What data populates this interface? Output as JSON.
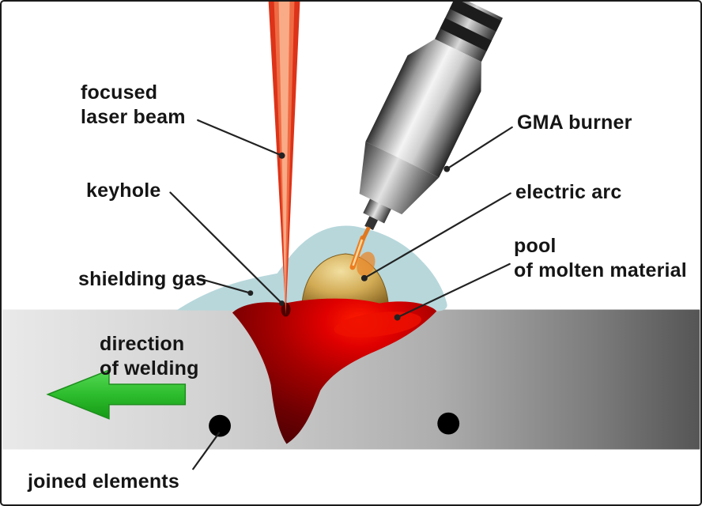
{
  "labels": {
    "focused_laser_beam": "focused\nlaser beam",
    "keyhole": "keyhole",
    "shielding_gas": "shielding gas",
    "gma_burner": "GMA burner",
    "electric_arc": "electric arc",
    "pool_of_molten_material": "pool\nof molten material",
    "direction_of_welding": "direction\nof welding",
    "joined_elements": "joined elements"
  },
  "colors": {
    "laser_outer": "#dd3318",
    "laser_mid": "#ef6b43",
    "laser_core": "#f8ab86",
    "shielding_gas": "#b7d7db",
    "dome_gold": "#d2ab55",
    "arc_orange": "#ee7d20",
    "pool_dark": "#6b0002",
    "pool_bright": "#ed1000",
    "plate_light": "#e8e8e8",
    "plate_dark": "#555555",
    "arrow_green": "#2dbd2d",
    "leader_line": "#222222",
    "dot_black": "#000000",
    "label_text": "#151515"
  }
}
